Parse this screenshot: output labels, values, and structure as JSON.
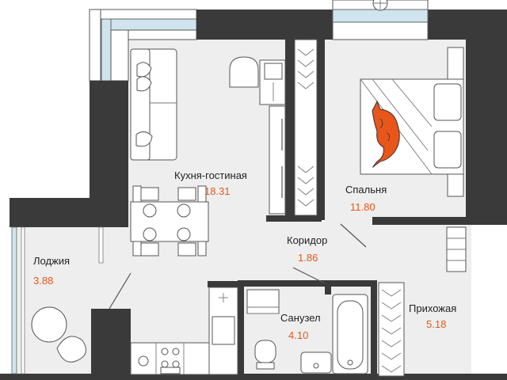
{
  "rooms": [
    {
      "name": "Кухня-гостиная",
      "area": "18.31"
    },
    {
      "name": "Спальня",
      "area": "11.80"
    },
    {
      "name": "Коридор",
      "area": "1.86"
    },
    {
      "name": "Лоджия",
      "area": "3.88"
    },
    {
      "name": "Санузел",
      "area": "4.10"
    },
    {
      "name": "Прихожая",
      "area": "5.18"
    }
  ],
  "colors": {
    "wall": "#3a3a3a",
    "floor": "#eeeeee",
    "accent": "#e8561a",
    "window": "#cfe4ec"
  }
}
